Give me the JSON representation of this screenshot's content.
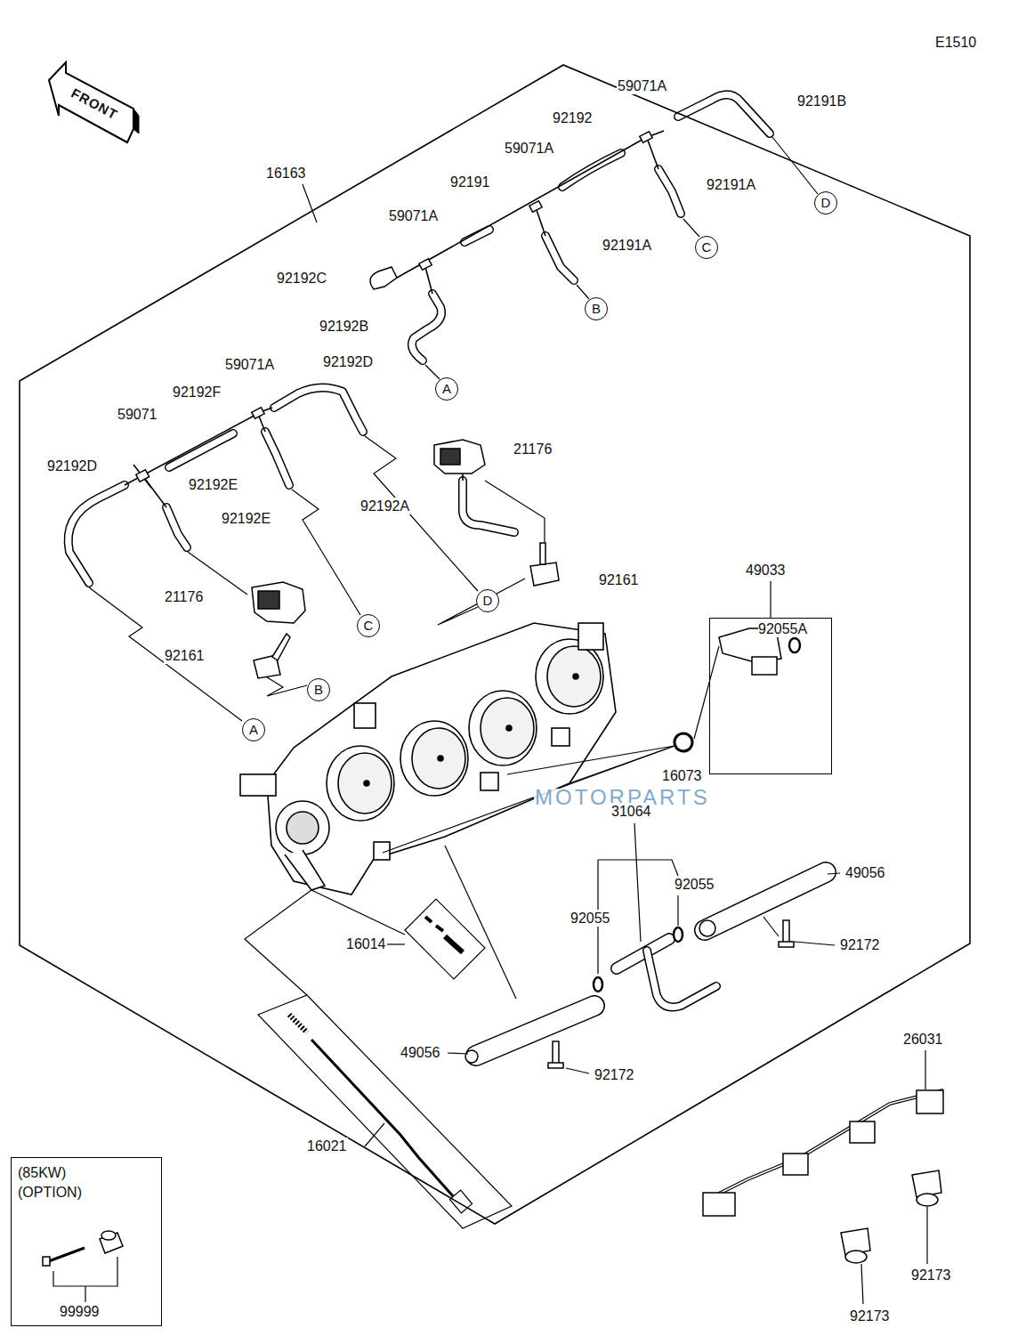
{
  "diagram": {
    "nodes": [
      {
        "text": [
          "16163"
        ]
      },
      {
        "text": [
          "D"
        ],
        "in": 0
      },
      {
        "text": [
          "C"
        ],
        "in": 0
      },
      {
        "text": [
          "B"
        ],
        "in": 0
      },
      {
        "text": [
          "A"
        ],
        "in": 0
      },
      {
        "text": [
          "D"
        ],
        "in": 0
      },
      {
        "text": [
          "C"
        ],
        "in": 0
      },
      {
        "text": [
          "B"
        ],
        "in": 0
      },
      {
        "text": [
          "A"
        ],
        "in": 0
      },
      {
        "text": [
          "49033",
          "92055A"
        ],
        "in": 0
      },
      {
        "text": [
          "(85KW) (OPTION)",
          "99999"
        ]
      }
    ],
    "labels": [
      "E1510",
      "FRONT",
      "59071A",
      "92191B",
      "92192",
      "59071A",
      "92191",
      "92191A",
      "59071A",
      "92191A",
      "92192C",
      "92192B",
      "59071A",
      "92192D",
      "92192F",
      "59071",
      "21176",
      "92192D",
      "92192E",
      "92192A",
      "92192E",
      "92161",
      "21176",
      "92161",
      "16073",
      "MOTORPARTS",
      "31064",
      "49056",
      "92055",
      "92055",
      "16014",
      "92172",
      "26031",
      "49056",
      "92172",
      "16021",
      "92173",
      "92173"
    ]
  }
}
